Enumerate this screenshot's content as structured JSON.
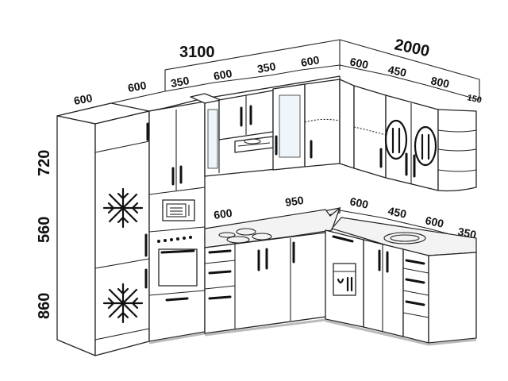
{
  "dimensions": {
    "top_total_left": "3100",
    "top_total_right": "2000",
    "upper_row_left": [
      "600",
      "600"
    ],
    "upper_row_mid": [
      "350",
      "600",
      "350",
      "600"
    ],
    "upper_row_right": [
      "600",
      "450",
      "800",
      "150"
    ],
    "heights": [
      "720",
      "560",
      "860"
    ],
    "counter_left": [
      "600",
      "950"
    ],
    "counter_right": [
      "600",
      "450",
      "600",
      "350"
    ]
  }
}
